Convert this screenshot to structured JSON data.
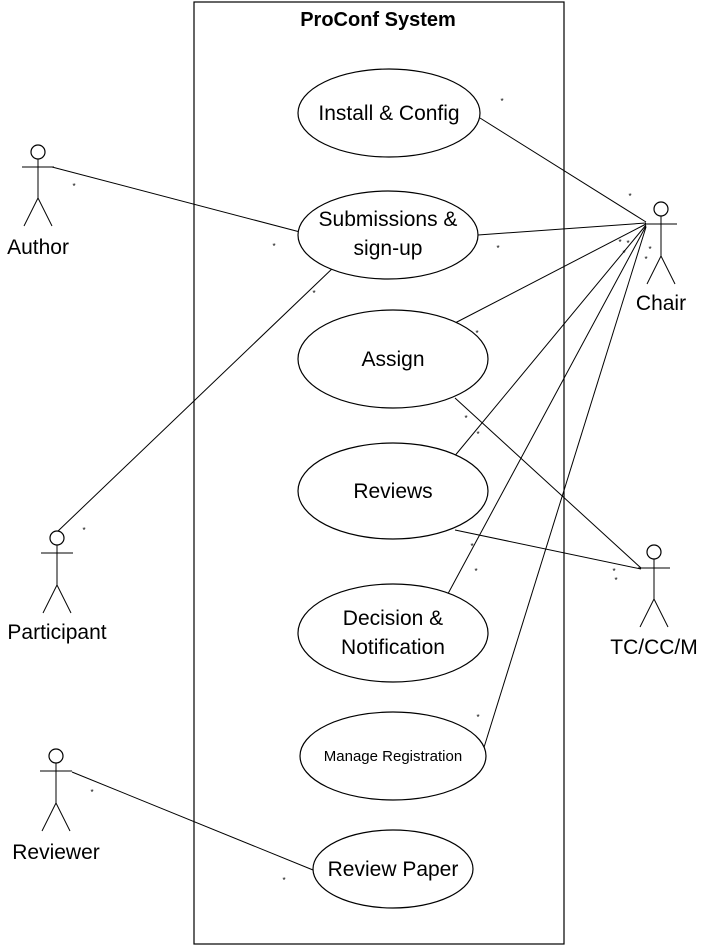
{
  "system": {
    "title": "ProConf  System"
  },
  "use_cases": {
    "install_config": [
      "Install & Config"
    ],
    "submissions": [
      "Submissions &",
      "sign-up"
    ],
    "assign": [
      "Assign"
    ],
    "reviews": [
      "Reviews"
    ],
    "decision": [
      "Decision &",
      "Notification"
    ],
    "manage_registration": [
      "Manage Registration"
    ],
    "review_paper": [
      "Review Paper"
    ]
  },
  "actors": {
    "author": "Author",
    "participant": "Participant",
    "reviewer": "Reviewer",
    "chair": "Chair",
    "tccm": "TC/CC/M"
  },
  "multiplicity": "*"
}
